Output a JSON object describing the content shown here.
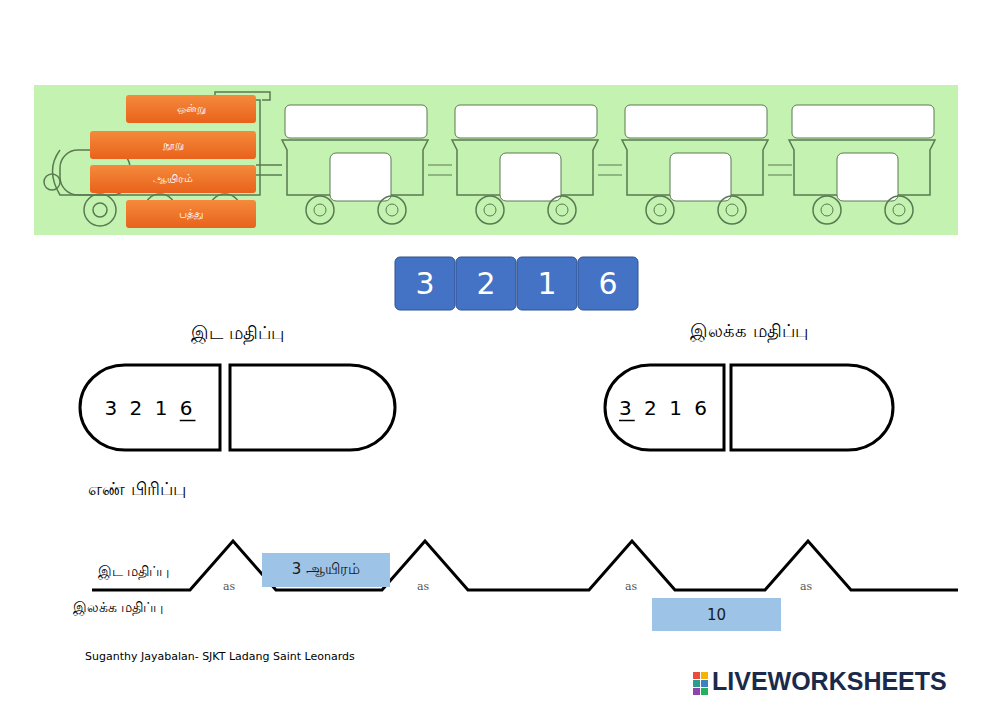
{
  "diagram": {
    "nodes": [
      {
        "text": [
          "ஒன்று"
        ]
      },
      {
        "text": [
          "நூறு"
        ]
      },
      {
        "text": [
          "ஆயிரம்"
        ]
      },
      {
        "text": [
          "பத்து"
        ]
      },
      {
        "text": [
          "3"
        ]
      },
      {
        "text": [
          "2"
        ]
      },
      {
        "text": [
          "1"
        ]
      },
      {
        "text": [
          "6"
        ]
      },
      {
        "text": [
          "இட மதிப்பு",
          "3 2 1 6"
        ]
      },
      {
        "text": [
          "இலக்க மதிப்பு",
          "3 2 1 6"
        ]
      },
      {
        "text": [
          "3 ஆயிரம்"
        ]
      },
      {
        "text": [
          "10"
        ]
      }
    ],
    "labels": [
      "எண் பிரிப்பு",
      "இட மதிப்பு",
      "இலக்க மதிப்பு",
      "as",
      "as",
      "as",
      "as",
      "Suganthy Jayabalan- SJKT Ladang Saint Leonards",
      "LIVEWORKSHEETS"
    ]
  }
}
